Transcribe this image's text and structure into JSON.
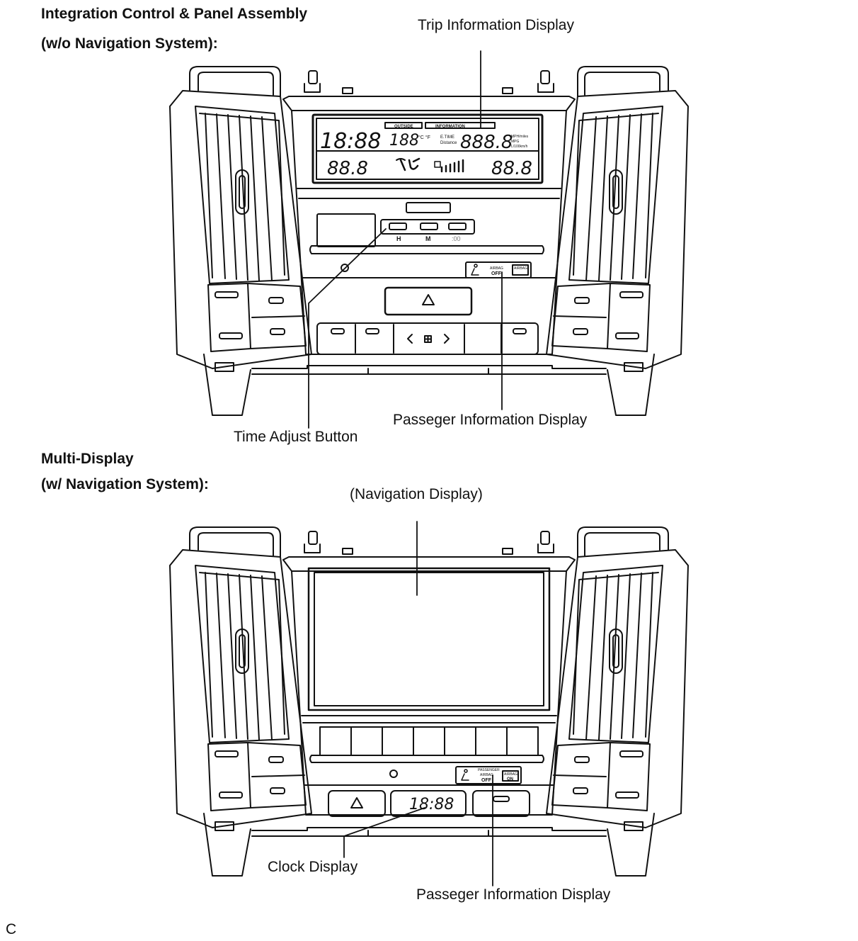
{
  "section1": {
    "title_line1": "Integration Control & Panel Assembly",
    "title_line2": "(w/o Navigation System):",
    "callouts": {
      "trip_info": "Trip Information Display",
      "passenger_info": "Passeger Information Display",
      "time_adjust": "Time Adjust Button"
    },
    "lcd": {
      "clock": "18:88",
      "outside_label": "OUTSIDE",
      "info_label": "INFORMATION",
      "outside_temp": "188",
      "temp_unit": "°C °F",
      "trip_label1": "E.TIME",
      "trip_label2": "Distance",
      "trip_value": "888.8",
      "unit1": "MPH/miles",
      "unit2": "MPG",
      "unit3": "L/100km/h",
      "left_temp": "88.8",
      "right_temp": "88.8"
    },
    "time_buttons": [
      "H",
      "M",
      ":00"
    ],
    "airbag": {
      "label1": "AIRBAG",
      "label2": "OFF",
      "label3": "AIRBAG"
    }
  },
  "section2": {
    "title_line1": "Multi-Display",
    "title_line2": "(w/ Navigation System):",
    "callouts": {
      "navigation": "(Navigation Display)",
      "clock": "Clock Display",
      "passenger_info": "Passeger Information Display"
    },
    "clock_value": "18:88",
    "airbag": {
      "label1": "PASSENGER",
      "label2": "AIRBAG",
      "label3": "OFF",
      "label4": "AIRBAG",
      "label5": "ON"
    }
  },
  "footer_code": "C"
}
